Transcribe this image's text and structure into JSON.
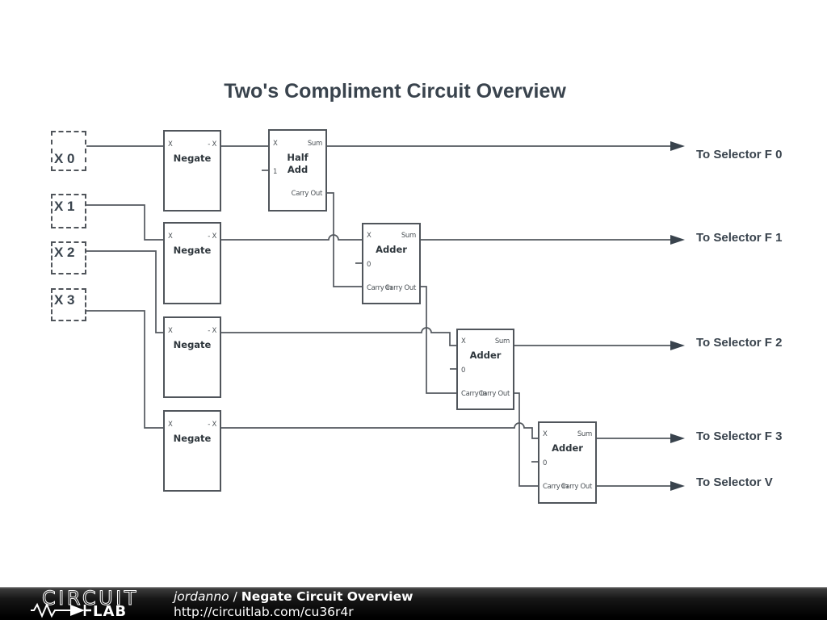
{
  "title": "Two's Compliment Circuit Overview",
  "inputs": [
    {
      "label": "X 0"
    },
    {
      "label": "X 1"
    },
    {
      "label": "X 2"
    },
    {
      "label": "X 3"
    }
  ],
  "negates": [
    {
      "name": "Negate",
      "port_in": "X",
      "port_out": "- X"
    },
    {
      "name": "Negate",
      "port_in": "X",
      "port_out": "- X"
    },
    {
      "name": "Negate",
      "port_in": "X",
      "port_out": "- X"
    },
    {
      "name": "Negate",
      "port_in": "X",
      "port_out": "- X"
    }
  ],
  "half_adder": {
    "name_line1": "Half",
    "name_line2": "Add",
    "port_in": "X",
    "port_sum": "Sum",
    "port_const": "1",
    "port_carry_out": "Carry Out"
  },
  "adders": [
    {
      "name": "Adder",
      "port_in": "X",
      "port_sum": "Sum",
      "port_const": "0",
      "port_carry_in": "Carry In",
      "port_carry_out": "Carry Out"
    },
    {
      "name": "Adder",
      "port_in": "X",
      "port_sum": "Sum",
      "port_const": "0",
      "port_carry_in": "Carry In",
      "port_carry_out": "Carry Out"
    },
    {
      "name": "Adder",
      "port_in": "X",
      "port_sum": "Sum",
      "port_const": "0",
      "port_carry_in": "Carry In",
      "port_carry_out": "Carry Out"
    }
  ],
  "outputs": [
    {
      "label": "To Selector F 0"
    },
    {
      "label": "To Selector F 1"
    },
    {
      "label": "To Selector F 2"
    },
    {
      "label": "To Selector F 3"
    },
    {
      "label": "To Selector V"
    }
  ],
  "footer": {
    "brand_top": "CIRCUIT",
    "brand_bottom": "LAB",
    "author": "jordanno",
    "separator": " / ",
    "circuit_title": "Negate Circuit Overview",
    "url": "http://circuitlab.com/cu36r4r"
  },
  "colors": {
    "ink": "#39434d",
    "wire": "#53585e",
    "block_border": "#50555b",
    "bar_background": "#000000",
    "bar_text": "#ffffff"
  }
}
